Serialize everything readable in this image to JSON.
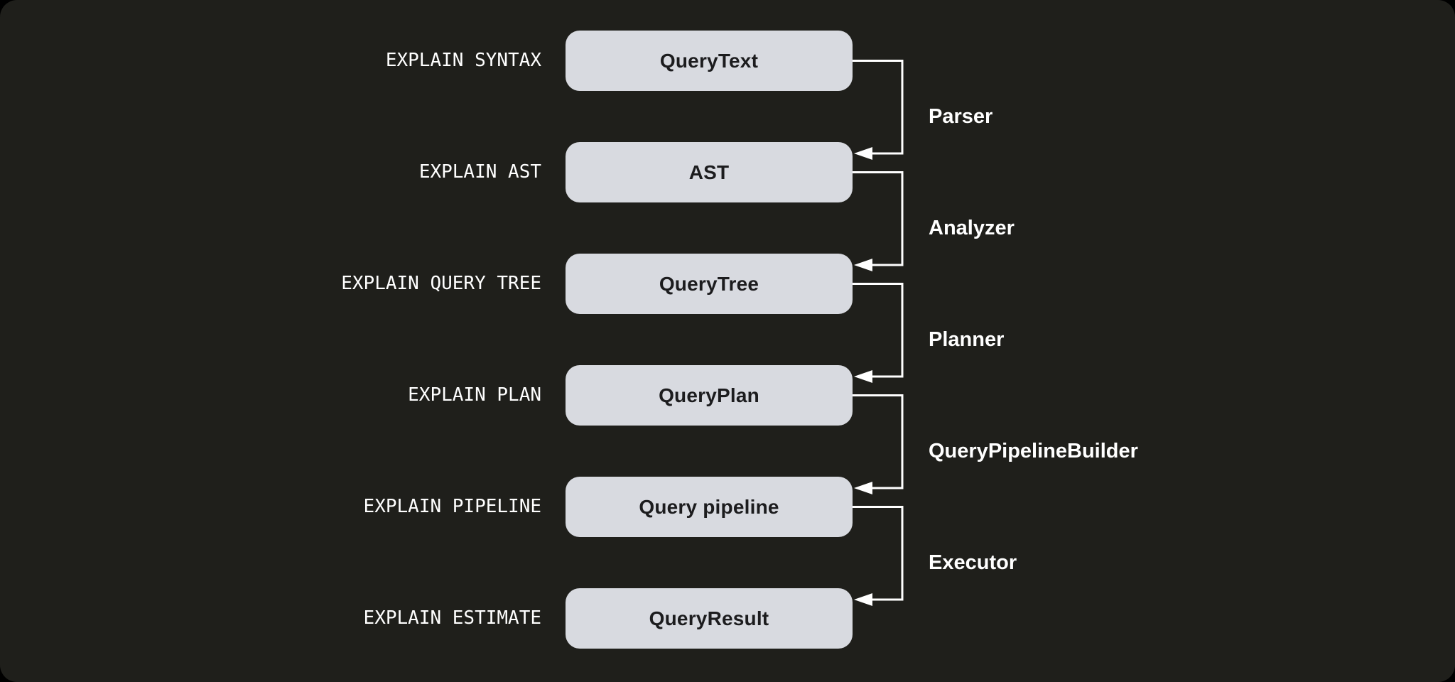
{
  "colors": {
    "outer_background": "#000000",
    "canvas_background": "#1f1f1b",
    "box_fill": "#d8dae0",
    "box_text": "#1c1c1e",
    "label_text": "#ffffff",
    "connector": "#ffffff"
  },
  "rows": [
    {
      "command": "EXPLAIN SYNTAX",
      "artifact": "QueryText"
    },
    {
      "command": "EXPLAIN AST",
      "artifact": "AST"
    },
    {
      "command": "EXPLAIN QUERY TREE",
      "artifact": "QueryTree"
    },
    {
      "command": "EXPLAIN PLAN",
      "artifact": "QueryPlan"
    },
    {
      "command": "EXPLAIN PIPELINE",
      "artifact": "Query pipeline"
    },
    {
      "command": "EXPLAIN ESTIMATE",
      "artifact": "QueryResult"
    }
  ],
  "stages": [
    {
      "label": "Parser"
    },
    {
      "label": "Analyzer"
    },
    {
      "label": "Planner"
    },
    {
      "label": "QueryPipelineBuilder"
    },
    {
      "label": "Executor"
    }
  ]
}
